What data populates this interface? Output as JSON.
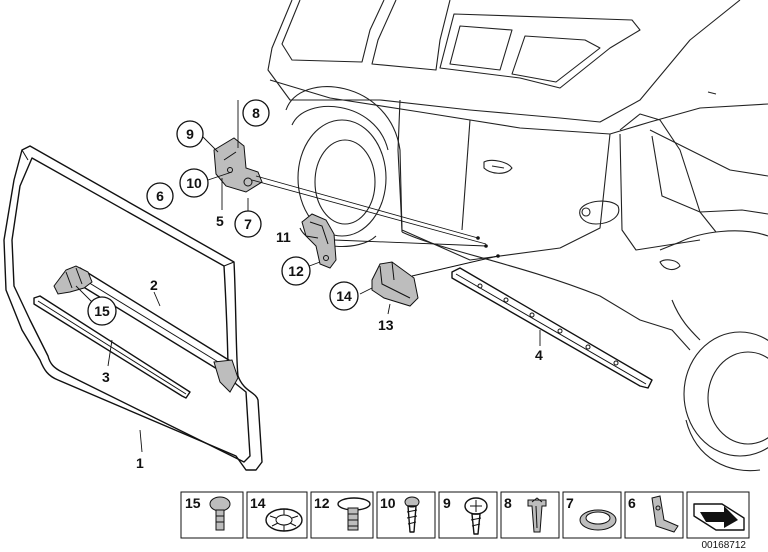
{
  "diagram": {
    "callouts": [
      {
        "id": "callout-1",
        "label": "1"
      },
      {
        "id": "callout-2",
        "label": "2"
      },
      {
        "id": "callout-3",
        "label": "3"
      },
      {
        "id": "callout-4",
        "label": "4"
      },
      {
        "id": "callout-5",
        "label": "5"
      },
      {
        "id": "callout-6",
        "label": "6"
      },
      {
        "id": "callout-7",
        "label": "7"
      },
      {
        "id": "callout-8",
        "label": "8"
      },
      {
        "id": "callout-9",
        "label": "9"
      },
      {
        "id": "callout-10",
        "label": "10"
      },
      {
        "id": "callout-11",
        "label": "11"
      },
      {
        "id": "callout-12",
        "label": "12"
      },
      {
        "id": "callout-13",
        "label": "13"
      },
      {
        "id": "callout-14",
        "label": "14"
      },
      {
        "id": "callout-15",
        "label": "15"
      }
    ],
    "legend": [
      "15",
      "14",
      "12",
      "10",
      "9",
      "8",
      "7",
      "6"
    ],
    "doc_id": "00168712"
  }
}
